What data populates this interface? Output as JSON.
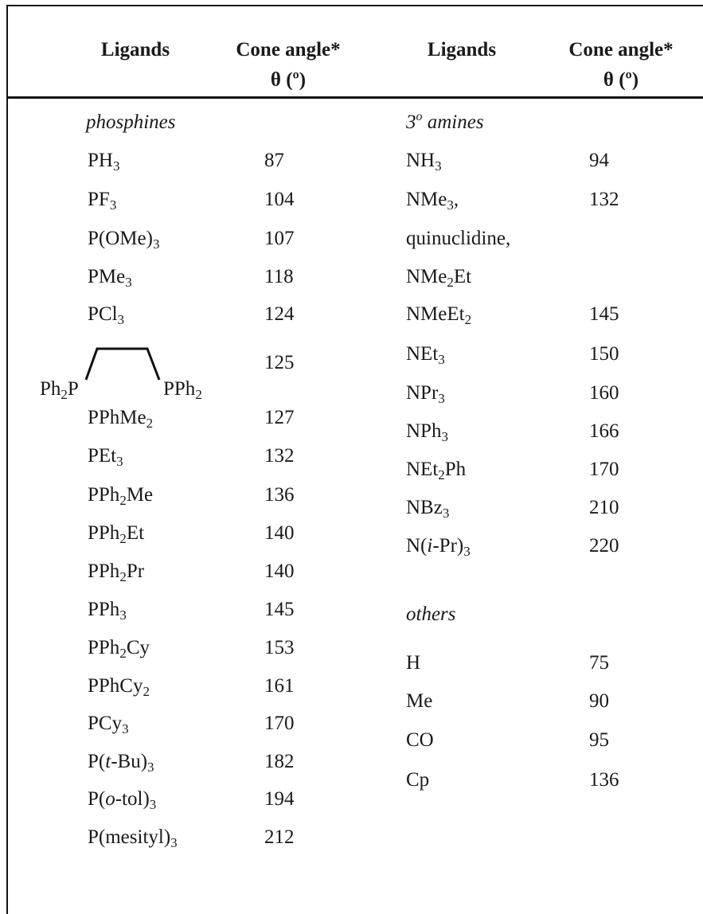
{
  "headers": {
    "ligands": "Ligands",
    "cone_angle": "Cone angle*",
    "theta_unit": "θ (º)"
  },
  "sections": {
    "phosphines": "phosphines",
    "amines_sup": "3",
    "amines_sup_o": "o",
    "amines": " amines",
    "others": "others"
  },
  "phosphines": [
    {
      "parts": [
        [
          "PH",
          ""
        ],
        [
          "3",
          "sub"
        ]
      ],
      "angle": "87"
    },
    {
      "parts": [
        [
          "PF",
          ""
        ],
        [
          "3",
          "sub"
        ]
      ],
      "angle": "104"
    },
    {
      "parts": [
        [
          "P(OMe)",
          ""
        ],
        [
          "3",
          "sub"
        ]
      ],
      "angle": "107"
    },
    {
      "parts": [
        [
          "PMe",
          ""
        ],
        [
          "3",
          "sub"
        ]
      ],
      "angle": "118"
    },
    {
      "parts": [
        [
          "PCl",
          ""
        ],
        [
          "3",
          "sub"
        ]
      ],
      "angle": "124"
    },
    {
      "parts": [
        [
          "Ph",
          ""
        ],
        [
          "2",
          "sub"
        ],
        [
          "P",
          ""
        ]
      ],
      "tail": [
        [
          "PPh",
          ""
        ],
        [
          "2",
          "sub"
        ]
      ],
      "angle": "125"
    },
    {
      "parts": [
        [
          "PPhMe",
          ""
        ],
        [
          "2",
          "sub"
        ]
      ],
      "angle": "127"
    },
    {
      "parts": [
        [
          "PEt",
          ""
        ],
        [
          "3",
          "sub"
        ]
      ],
      "angle": "132"
    },
    {
      "parts": [
        [
          "PPh",
          ""
        ],
        [
          "2",
          "sub"
        ],
        [
          "Me",
          ""
        ]
      ],
      "angle": "136"
    },
    {
      "parts": [
        [
          "PPh",
          ""
        ],
        [
          "2",
          "sub"
        ],
        [
          "Et",
          ""
        ]
      ],
      "angle": "140"
    },
    {
      "parts": [
        [
          "PPh",
          ""
        ],
        [
          "2",
          "sub"
        ],
        [
          "Pr",
          ""
        ]
      ],
      "angle": "140"
    },
    {
      "parts": [
        [
          "PPh",
          ""
        ],
        [
          "3",
          "sub"
        ]
      ],
      "angle": "145"
    },
    {
      "parts": [
        [
          "PPh",
          ""
        ],
        [
          "2",
          "sub"
        ],
        [
          "Cy",
          ""
        ]
      ],
      "angle": "153"
    },
    {
      "parts": [
        [
          "PPhCy",
          ""
        ],
        [
          "2",
          "sub"
        ]
      ],
      "angle": "161"
    },
    {
      "parts": [
        [
          "PCy",
          ""
        ],
        [
          "3",
          "sub"
        ]
      ],
      "angle": "170"
    },
    {
      "parts": [
        [
          "P(",
          ""
        ],
        [
          "t",
          "i"
        ],
        [
          "-Bu)",
          ""
        ],
        [
          "3",
          "sub"
        ]
      ],
      "angle": "182"
    },
    {
      "parts": [
        [
          "P(",
          ""
        ],
        [
          "o",
          "i"
        ],
        [
          "-tol)",
          ""
        ],
        [
          "3",
          "sub"
        ]
      ],
      "angle": "194"
    },
    {
      "parts": [
        [
          "P(mesityl)",
          ""
        ],
        [
          "3",
          "sub"
        ]
      ],
      "angle": "212"
    }
  ],
  "amines": [
    {
      "parts": [
        [
          "NH",
          ""
        ],
        [
          "3",
          "sub"
        ]
      ],
      "angle": "94"
    },
    {
      "parts": [
        [
          "NMe",
          ""
        ],
        [
          "3",
          "sub"
        ],
        [
          ",",
          ""
        ]
      ],
      "angle": "132"
    },
    {
      "parts": [
        [
          "quinuclidine,",
          ""
        ]
      ],
      "angle": ""
    },
    {
      "parts": [
        [
          "NMe",
          ""
        ],
        [
          "2",
          "sub"
        ],
        [
          "Et",
          ""
        ]
      ],
      "angle": ""
    },
    {
      "parts": [
        [
          "NMeEt",
          ""
        ],
        [
          "2",
          "sub"
        ]
      ],
      "angle": "145"
    },
    {
      "parts": [
        [
          "NEt",
          ""
        ],
        [
          "3",
          "sub"
        ]
      ],
      "angle": "150"
    },
    {
      "parts": [
        [
          "NPr",
          ""
        ],
        [
          "3",
          "sub"
        ]
      ],
      "angle": "160"
    },
    {
      "parts": [
        [
          "NPh",
          ""
        ],
        [
          "3",
          "sub"
        ]
      ],
      "angle": "166"
    },
    {
      "parts": [
        [
          "NEt",
          ""
        ],
        [
          "2",
          "sub"
        ],
        [
          "Ph",
          ""
        ]
      ],
      "angle": "170"
    },
    {
      "parts": [
        [
          "NBz",
          ""
        ],
        [
          "3",
          "sub"
        ]
      ],
      "angle": "210"
    },
    {
      "parts": [
        [
          "N(",
          ""
        ],
        [
          "i",
          "i"
        ],
        [
          "-Pr)",
          ""
        ],
        [
          "3",
          "sub"
        ]
      ],
      "angle": "220"
    }
  ],
  "others": [
    {
      "parts": [
        [
          "H",
          ""
        ]
      ],
      "angle": "75"
    },
    {
      "parts": [
        [
          "Me",
          ""
        ]
      ],
      "angle": "90"
    },
    {
      "parts": [
        [
          "CO",
          ""
        ]
      ],
      "angle": "95"
    },
    {
      "parts": [
        [
          "Cp",
          ""
        ]
      ],
      "angle": "136"
    }
  ]
}
